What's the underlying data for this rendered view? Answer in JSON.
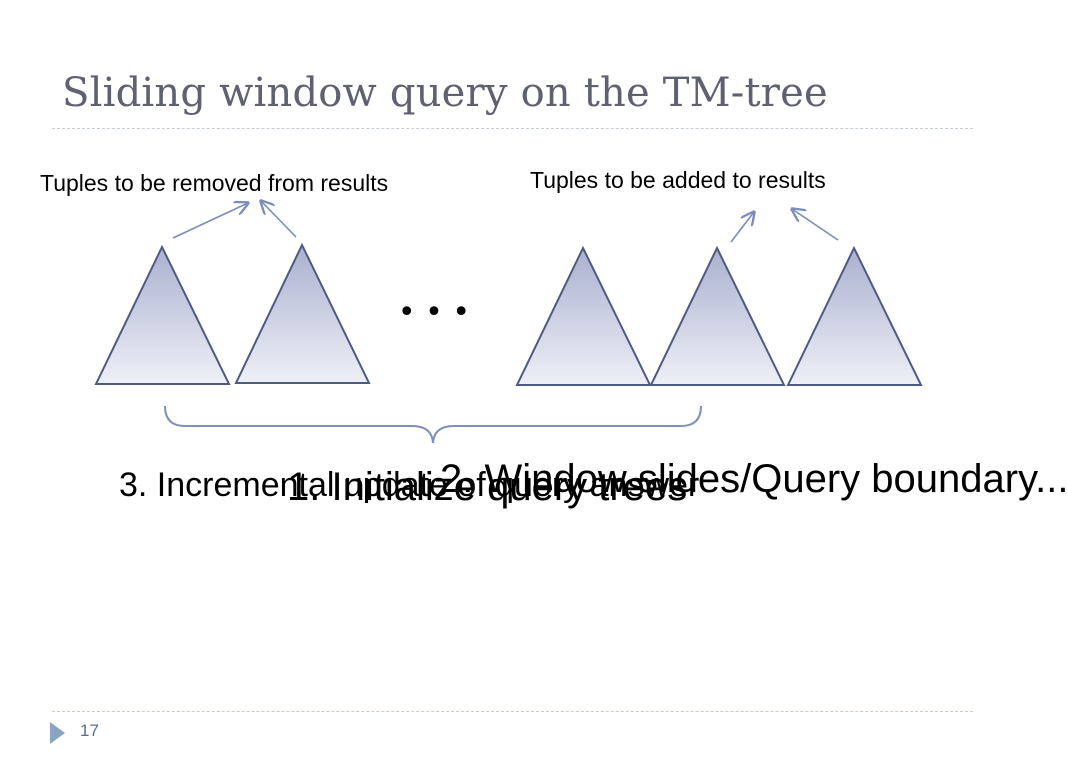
{
  "slide": {
    "title": "Sliding window query on the TM-tree",
    "page_number": "17"
  },
  "labels": {
    "removed": "Tuples to be removed from results",
    "added": "Tuples to be added to results",
    "ellipsis": "• • •"
  },
  "steps": {
    "step3": "3. Incremental update of query answer",
    "step1": "1. Initialize query trees",
    "step2": "2. Window slides/Query boundary..."
  },
  "icons": {
    "footer": "triangle-arrow-icon"
  },
  "colors": {
    "title": "#5f6170",
    "tree_stroke": "#4f5a82",
    "tree_fill_top": "#aab0cf",
    "tree_fill_bottom": "#eef0f7",
    "arrow": "#7b8cb6",
    "brace": "#7f8fba",
    "accent": "#8aa4c2"
  }
}
